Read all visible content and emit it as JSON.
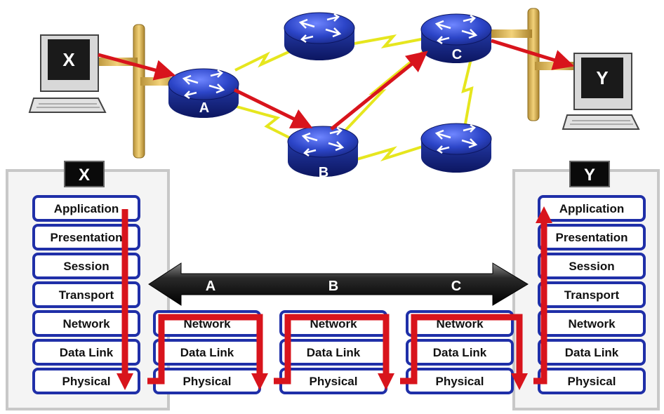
{
  "hosts": {
    "x": {
      "label": "X"
    },
    "y": {
      "label": "Y"
    }
  },
  "routers": {
    "a": {
      "label": "A"
    },
    "b": {
      "label": "B"
    },
    "c": {
      "label": "C"
    }
  },
  "stacks": {
    "x": {
      "header": "X",
      "layers": [
        "Application",
        "Presentation",
        "Session",
        "Transport",
        "Network",
        "Data Link",
        "Physical"
      ]
    },
    "y": {
      "header": "Y",
      "layers": [
        "Application",
        "Presentation",
        "Session",
        "Transport",
        "Network",
        "Data Link",
        "Physical"
      ]
    },
    "routers": [
      {
        "layers": [
          "Network",
          "Data Link",
          "Physical"
        ]
      },
      {
        "layers": [
          "Network",
          "Data Link",
          "Physical"
        ]
      },
      {
        "layers": [
          "Network",
          "Data Link",
          "Physical"
        ]
      }
    ]
  },
  "path_arrow": {
    "labels": [
      "A",
      "B",
      "C"
    ]
  },
  "colors": {
    "router_blue": "#2740b8",
    "layer_border": "#1f2fa8",
    "data_red": "#d8141c",
    "wan_yellow": "#e6e61e",
    "lan_gold": "#d9b347"
  }
}
